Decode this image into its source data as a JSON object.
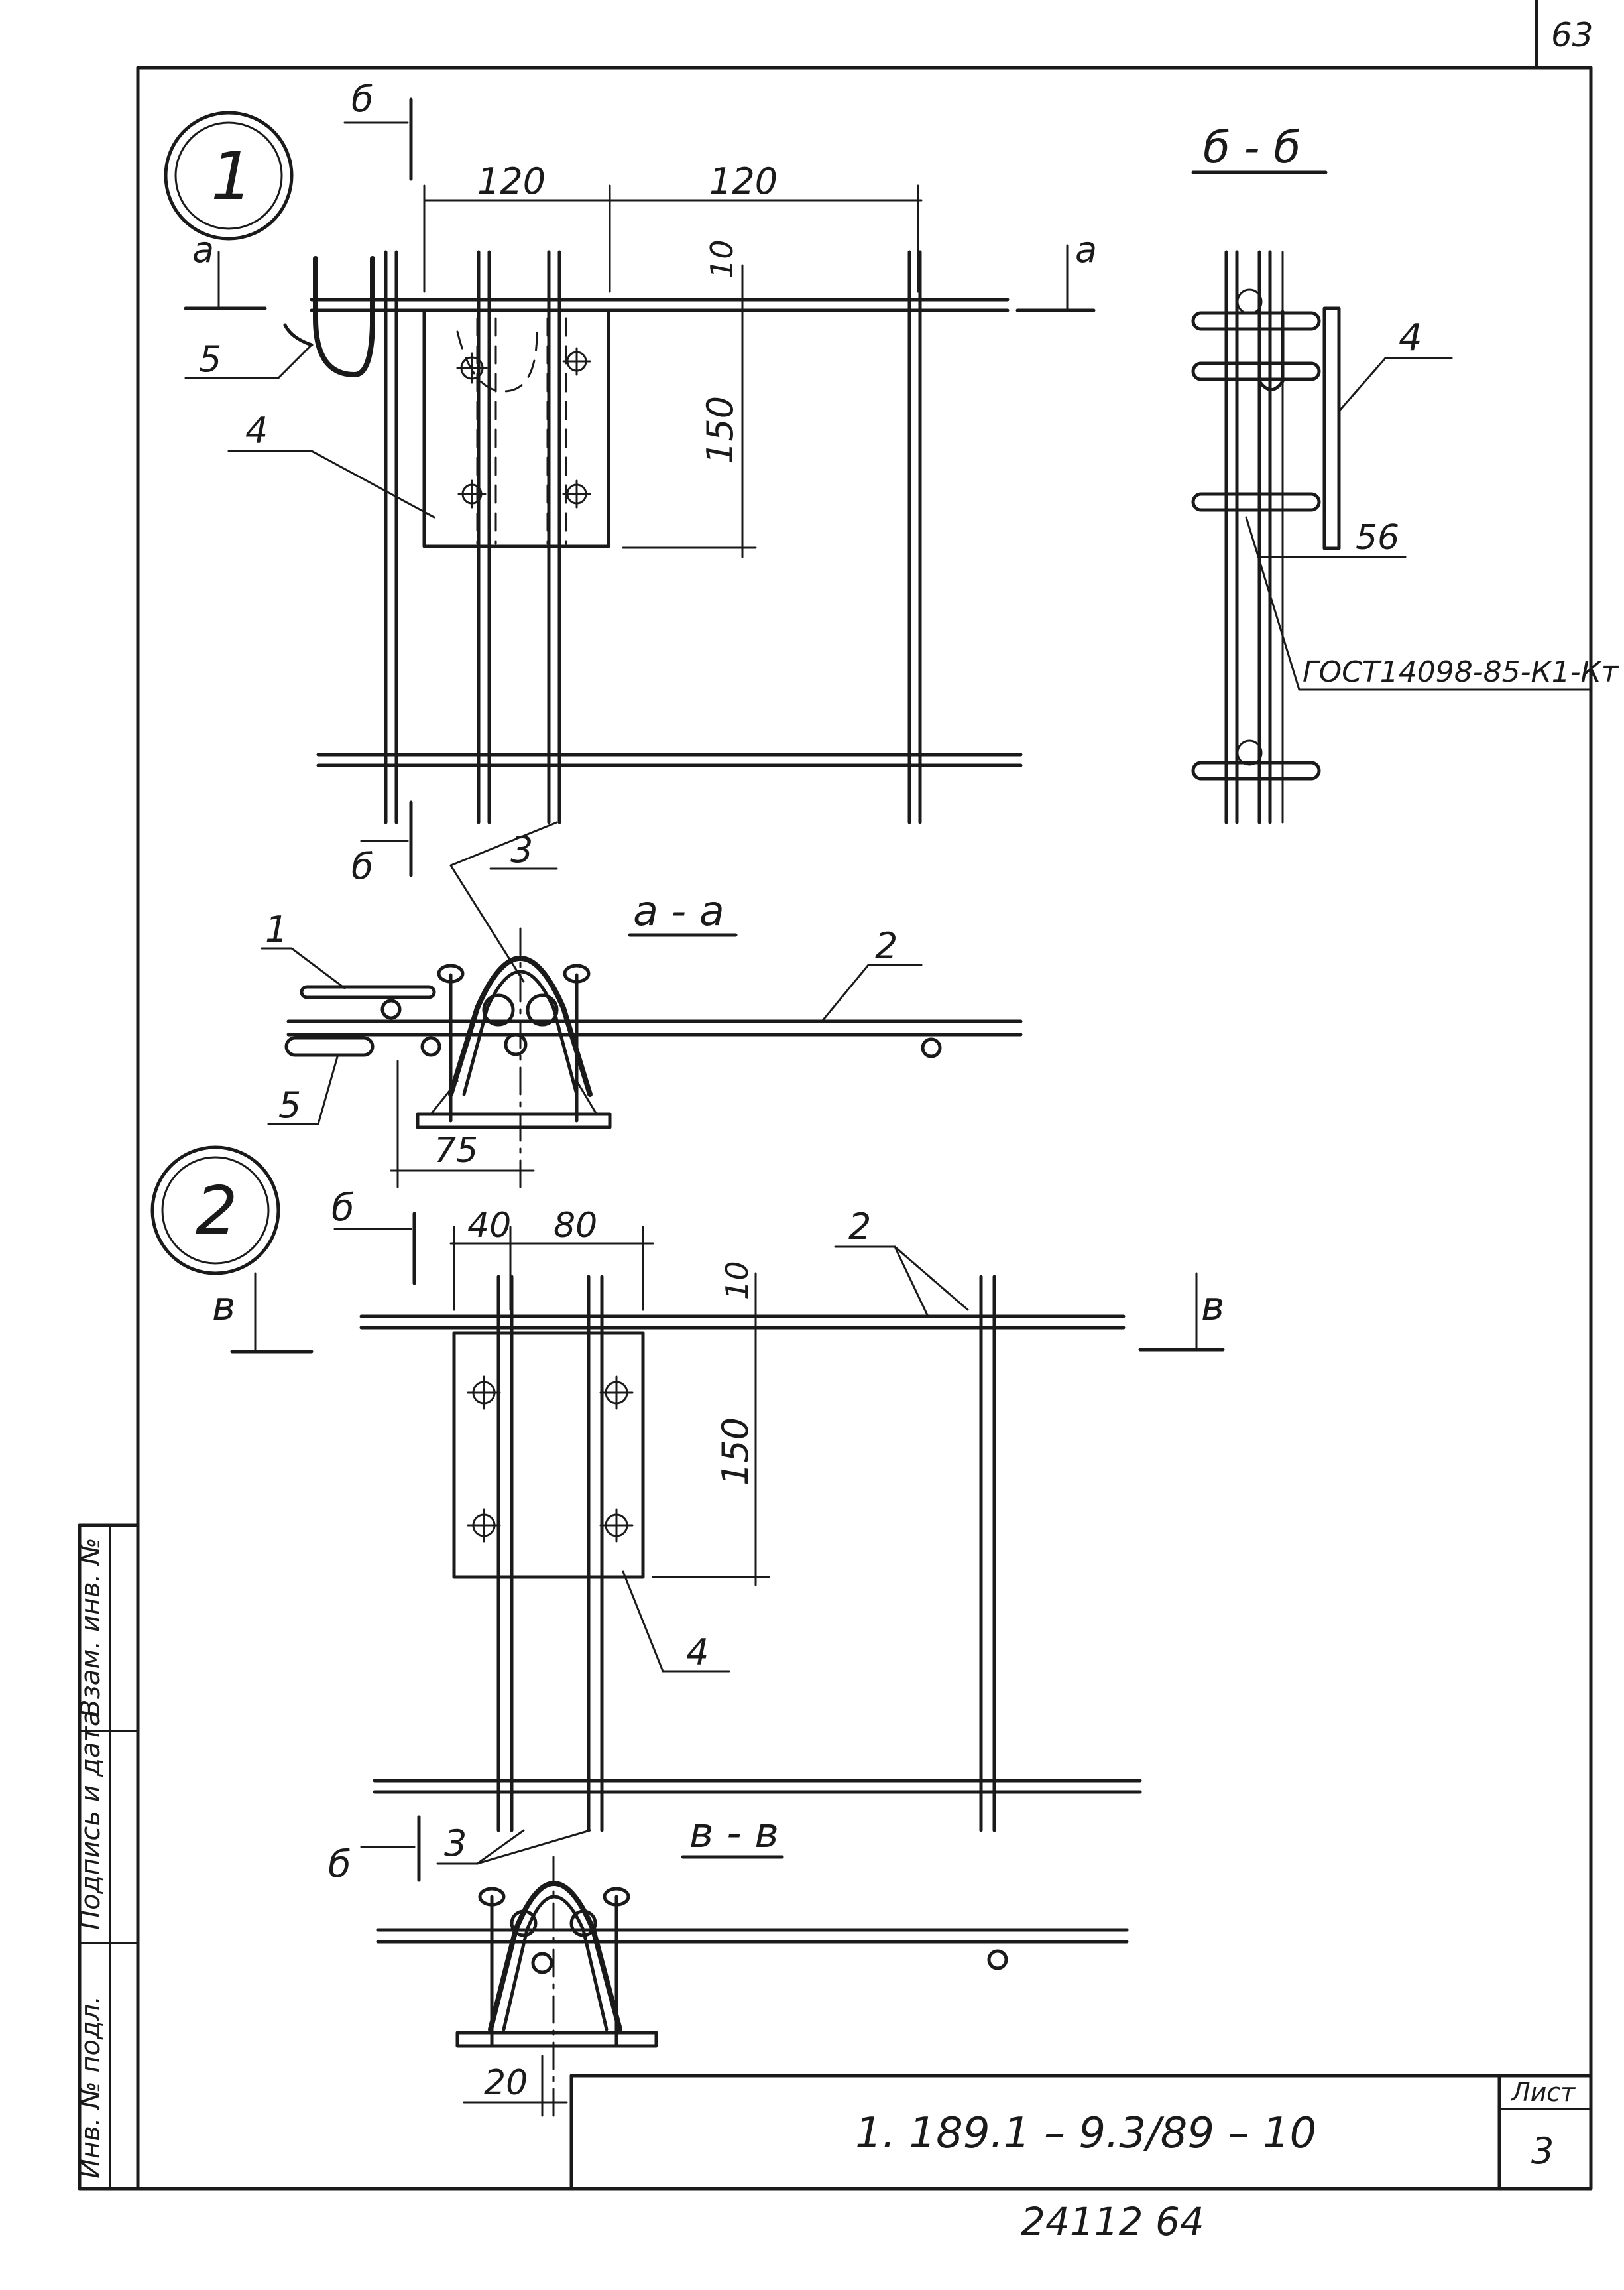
{
  "sheet": {
    "page_number": "63",
    "footer_number": "24112  64",
    "title_block": {
      "document_code": "1. 189.1 – 9.3/89 – 10",
      "sheet_label": "Лист",
      "sheet_number": "3"
    },
    "side_stamp": {
      "col_inv_orig": "Инв. № подл.",
      "col_sign_date": "Подпись и дата",
      "col_replaced_inv": "Взам. инв. №"
    }
  },
  "node1": {
    "number": "1",
    "dim_left": "120",
    "dim_right": "120",
    "dim_gap": "10",
    "dim_plate_height": "150",
    "cut_a": "а",
    "cut_b": "б",
    "callout_hook": "5",
    "callout_plate": "4",
    "callout_anchors": "3",
    "section_aa": {
      "title": "а - а",
      "callout_bar1": "1",
      "callout_bar2": "2",
      "callout_hook": "5",
      "dim_offset": "75"
    }
  },
  "section_bb": {
    "title": "б - б",
    "callout_plate": "4",
    "dim_thickness": "56",
    "weld_note": "ГОСТ14098-85-К1-Кт"
  },
  "node2": {
    "number": "2",
    "dim_left": "40",
    "dim_right": "80",
    "dim_gap": "10",
    "dim_plate_height": "150",
    "cut_b": "б",
    "cut_v": "в",
    "callout_bars": "2",
    "callout_plate": "4",
    "callout_anchors": "3",
    "section_vv": {
      "title": "в - в",
      "dim_offset": "20"
    }
  }
}
